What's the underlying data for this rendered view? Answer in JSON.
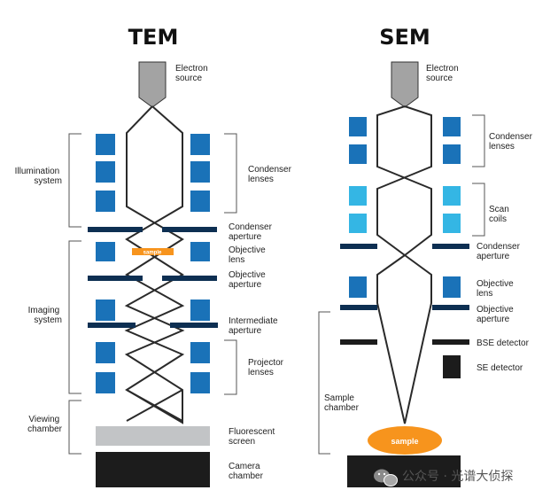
{
  "colors": {
    "lens": "#1a72b8",
    "scan": "#34b6e4",
    "aperture": "#0d2f52",
    "sample": "#f7941d",
    "screen": "#c2c4c6",
    "dark": "#1c1c1c",
    "source": "#a3a3a3"
  },
  "tem": {
    "title": "TEM",
    "electron_source": [
      "Electron",
      "source"
    ],
    "illumination_system": [
      "Illumination",
      "system"
    ],
    "condenser_lenses": [
      "Condenser",
      "lenses"
    ],
    "condenser_aperture": [
      "Condenser",
      "aperture"
    ],
    "imaging_system": [
      "Imaging",
      "system"
    ],
    "objective_lens": [
      "Objective",
      "lens"
    ],
    "objective_aperture": [
      "Objective",
      "aperture"
    ],
    "intermediate_aperture": [
      "Intermediate",
      "aperture"
    ],
    "projector_lenses": [
      "Projector",
      "lenses"
    ],
    "viewing_chamber": [
      "Viewing",
      "chamber"
    ],
    "fluorescent_screen": [
      "Fluorescent",
      "screen"
    ],
    "camera_chamber": [
      "Camera",
      "chamber"
    ],
    "sample": "sample"
  },
  "sem": {
    "title": "SEM",
    "electron_source": [
      "Electron",
      "source"
    ],
    "condenser_lenses": [
      "Condenser",
      "lenses"
    ],
    "scan_coils": [
      "Scan",
      "coils"
    ],
    "condenser_aperture": [
      "Condenser",
      "aperture"
    ],
    "objective_lens": [
      "Objective",
      "lens"
    ],
    "objective_aperture": [
      "Objective",
      "aperture"
    ],
    "bse_detector": "BSE detector",
    "se_detector": "SE detector",
    "sample_chamber": [
      "Sample",
      "chamber"
    ],
    "sample": "sample"
  },
  "watermark": {
    "icon": "wechat-icon",
    "text": "公众号 · 光谱大侦探"
  }
}
